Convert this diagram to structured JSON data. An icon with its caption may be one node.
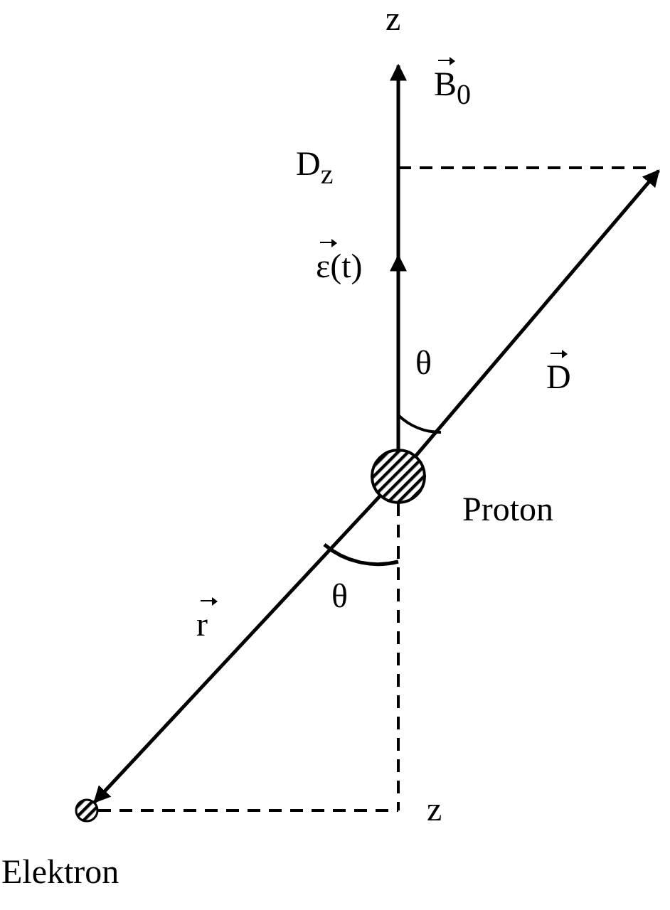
{
  "diagram": {
    "nodes": [
      {
        "text": [],
        "shape": "circle",
        "beside": [
          "Proton"
        ]
      },
      {
        "text": [],
        "shape": "circle",
        "beside": [
          "Elektron"
        ]
      }
    ],
    "edges": [
      {
        "from": 0,
        "to": null,
        "arrow": "to"
      },
      {
        "from": 0,
        "to": null,
        "arrow": "to"
      },
      {
        "from": 0,
        "to": 1,
        "arrow": "to"
      },
      {
        "from": 0,
        "to": null,
        "arrow": "none",
        "style": "dashed"
      },
      {
        "from": 1,
        "to": null,
        "arrow": "none",
        "style": "dashed"
      }
    ],
    "labels": [
      "z",
      "B$_{0}$",
      "D$_{z}$",
      "ε(t)",
      "θ",
      "D",
      "θ",
      "r",
      "z"
    ]
  }
}
